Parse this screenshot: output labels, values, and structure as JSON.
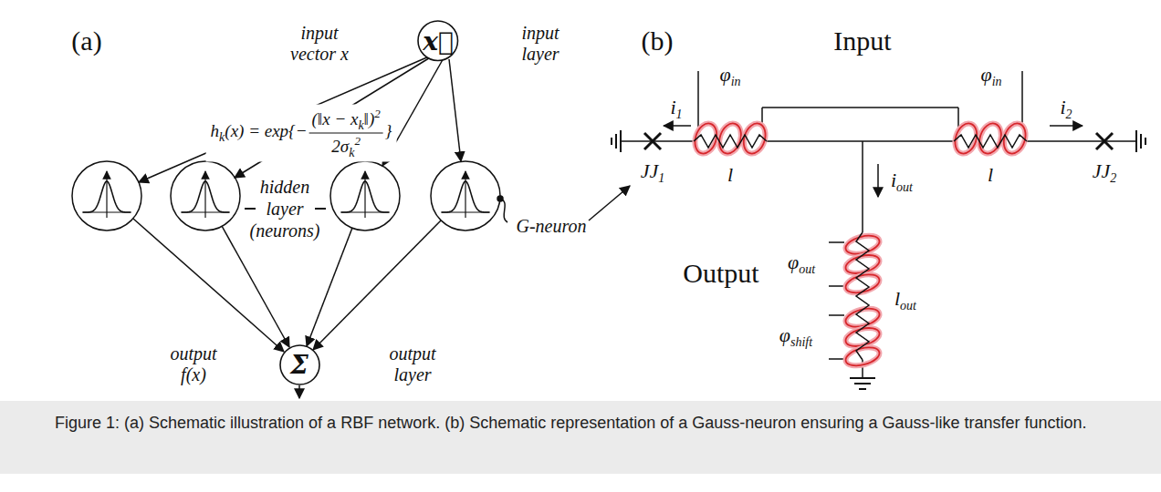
{
  "diagram": {
    "caption": "Figure 1: (a) Schematic illustration of a RBF network. (b) Schematic representation of a Gauss-neuron ensuring a Gauss-like transfer function.",
    "nodes": [
      {
        "text": [
          "x⃗"
        ]
      },
      {
        "text": [
          "Σ"
        ]
      }
    ],
    "labels": [
      "(a)",
      "input vector x",
      "input layer",
      "h",
      "k",
      "(x) = exp{−",
      "(‖x − x",
      "k",
      "‖)",
      "2",
      "2σ",
      "k",
      "2",
      "}",
      "hidden",
      "layer",
      "(neurons)",
      "output f(x)",
      "output layer",
      "G-neuron",
      "(b)",
      "Input",
      "φ",
      "in",
      "φ",
      "in",
      "i",
      "1",
      "i",
      "2",
      "JJ",
      "1",
      "JJ",
      "2",
      "l",
      "l",
      "i",
      "out",
      "φ",
      "out",
      "l",
      "out",
      "φ",
      "shift",
      "Output"
    ]
  }
}
